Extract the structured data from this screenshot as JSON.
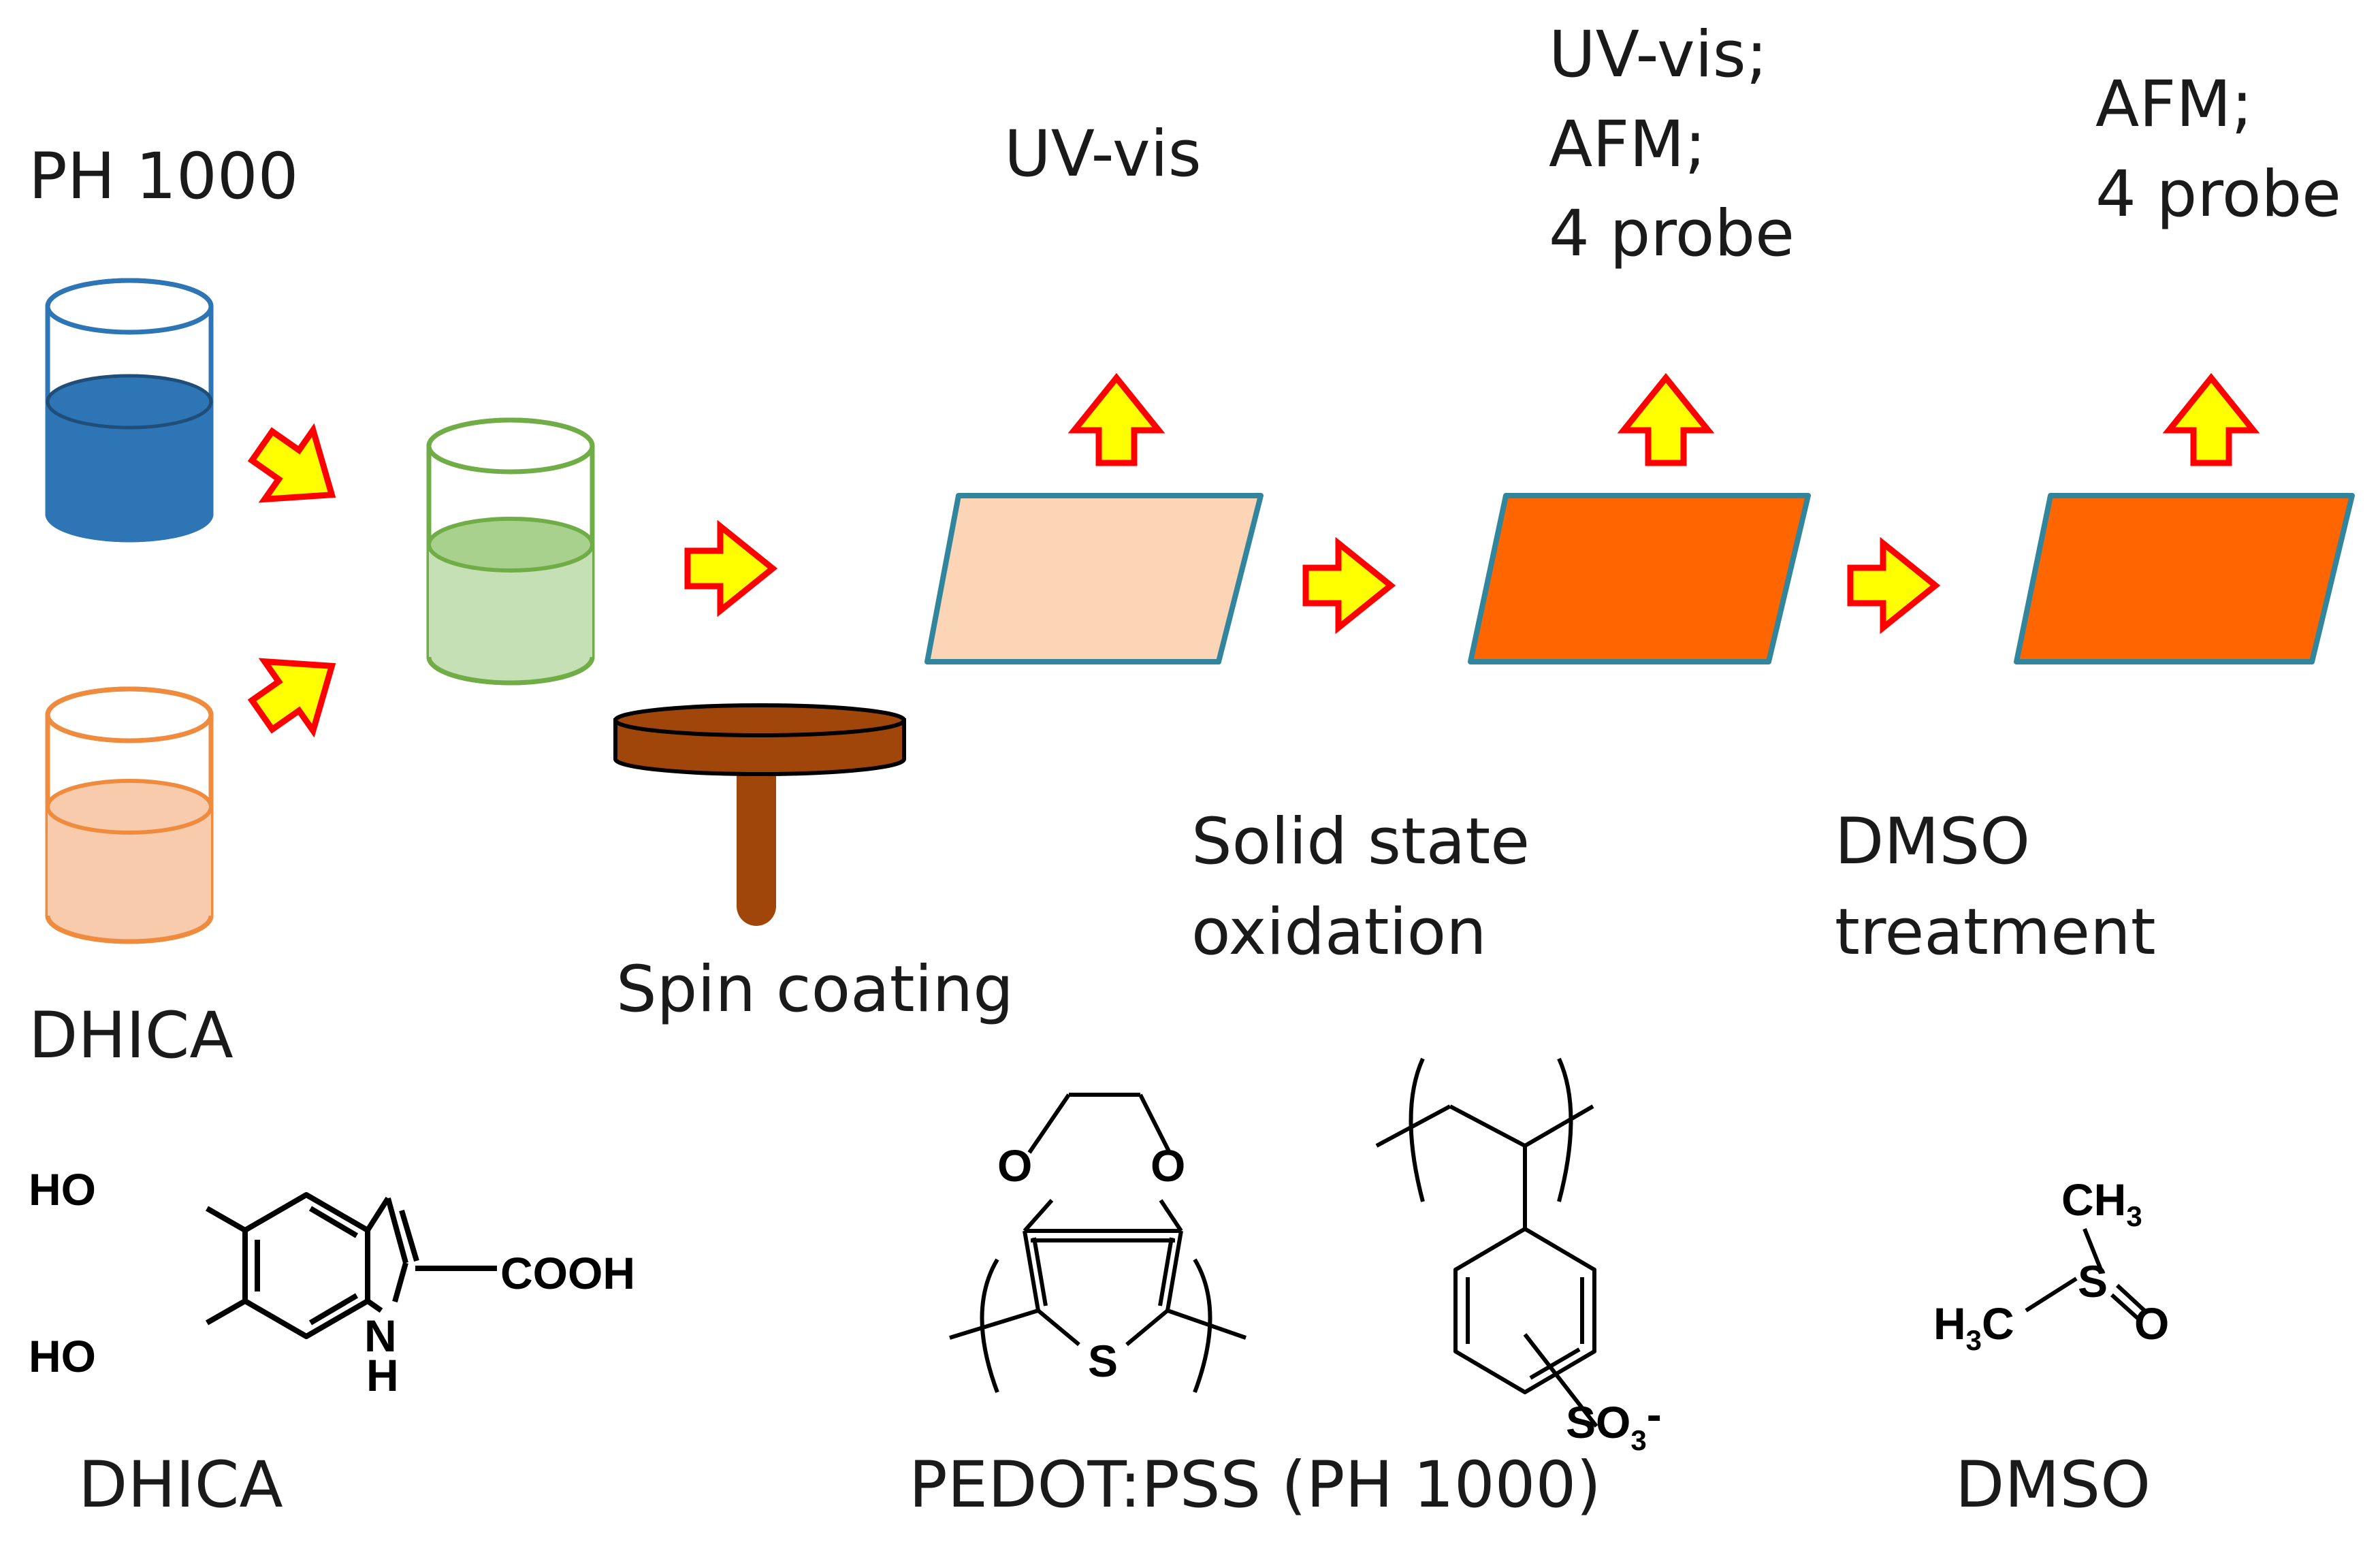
{
  "labels": {
    "ph1000": "PH 1000",
    "dhica": "DHICA",
    "spin_coating": "Spin coating",
    "uvvis_1": "UV-vis",
    "measure_2": [
      "UV-vis;",
      "AFM;",
      "4 probe"
    ],
    "measure_3": [
      "AFM;",
      "4 probe"
    ],
    "step_oxidation": [
      "Solid state",
      "oxidation"
    ],
    "step_dmso": [
      "DMSO",
      "treatment"
    ]
  },
  "structures": {
    "dhica": {
      "caption": "DHICA",
      "ho_top": "HO",
      "ho_bottom": "HO",
      "cooh": "COOH",
      "n": "N",
      "h": "H"
    },
    "pedot_pss": {
      "caption": "PEDOT:PSS (PH 1000)",
      "o_left": "O",
      "o_right": "O",
      "s": "S",
      "so3": "SO",
      "so3_sub": "3",
      "so3_charge": "-"
    },
    "dmso": {
      "caption": "DMSO",
      "ch": "CH",
      "ch_sub": "3",
      "s": "S",
      "o": "O",
      "h": "H",
      "h_sub": "3",
      "c": "C"
    }
  },
  "colors": {
    "beaker_blue": "#2e75b6",
    "beaker_orange": "#f4b183",
    "beaker_green": "#a9d18e",
    "arrow_fill": "#ffff00",
    "arrow_stroke": "#ff0000",
    "film_pale": "#fbd5b5",
    "film_orange": "#ff6600",
    "film_stroke": "#31859c",
    "spin_coater": "#a0460a"
  }
}
